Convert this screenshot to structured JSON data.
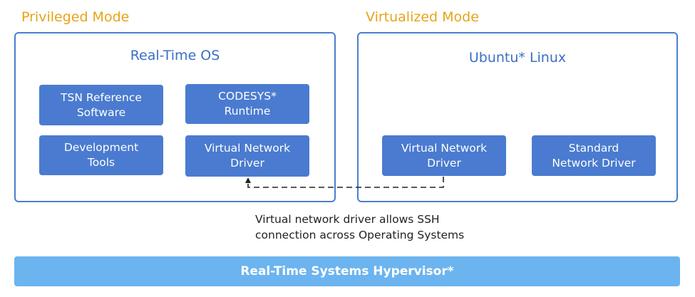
{
  "privileged": {
    "mode_label": "Privileged Mode",
    "panel_title": "Real-Time OS",
    "boxes": {
      "tsn": "TSN Reference\nSoftware",
      "codesys": "CODESYS*\nRuntime",
      "devtools": "Development\nTools",
      "vnd": "Virtual Network\nDriver"
    }
  },
  "virtualized": {
    "mode_label": "Virtualized Mode",
    "panel_title": "Ubuntu* Linux",
    "boxes": {
      "vnd": "Virtual Network\nDriver",
      "snd": "Standard\nNetwork Driver"
    }
  },
  "caption": "Virtual network driver allows SSH\nconnection across Operating Systems",
  "hypervisor": "Real-Time Systems Hypervisor*",
  "colors": {
    "accent_label": "#e8a317",
    "panel_border": "#4a7fd0",
    "component_fill": "#4a7bd0",
    "hypervisor_fill": "#6cb4ef"
  }
}
